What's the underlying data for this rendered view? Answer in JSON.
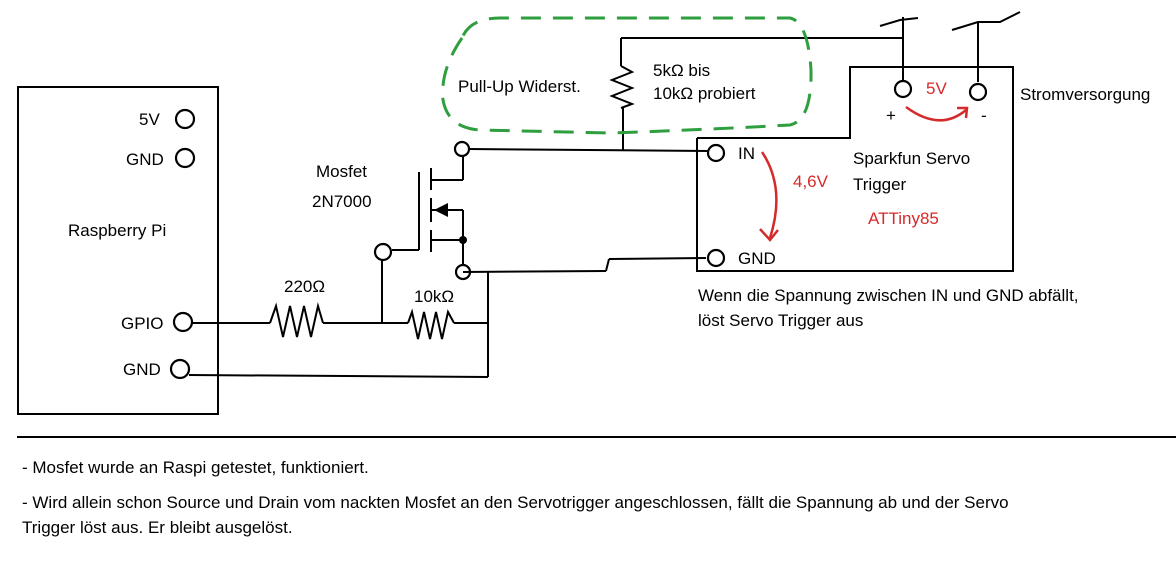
{
  "raspberry_pi": {
    "label": "Raspberry Pi",
    "pins": [
      "5V",
      "GND",
      "GPIO",
      "GND"
    ]
  },
  "mosfet": {
    "name": "Mosfet",
    "model": "2N7000"
  },
  "resistors": {
    "series": "220Ω",
    "pulldown": "10kΩ",
    "pullup_line1": "5kΩ bis",
    "pullup_line2": "10kΩ probiert"
  },
  "pullup_label": "Pull-Up Widerst.",
  "servo_trigger": {
    "name_line1": "Sparkfun Servo",
    "name_line2": "Trigger",
    "chip": "ATTiny85",
    "pin_in": "IN",
    "pin_gnd": "GND",
    "voltage_in": "4,6V"
  },
  "power_supply": {
    "label": "Stromversorgung",
    "voltage": "5V",
    "plus": "+",
    "minus": "-"
  },
  "explanation": {
    "line1": "Wenn die Spannung zwischen IN und GND abfällt,",
    "line2": "löst Servo Trigger aus"
  },
  "notes": [
    "- Mosfet wurde an Raspi getestet, funktioniert.",
    "- Wird allein schon Source und Drain vom nackten Mosfet an den Servotrigger angeschlossen, fällt die Spannung ab und der Servo",
    "Trigger löst aus. Er bleibt ausgelöst."
  ],
  "colors": {
    "wire": "#000000",
    "annotation_red": "#d42a2a",
    "pullup_highlight": "#2e9e3e"
  }
}
